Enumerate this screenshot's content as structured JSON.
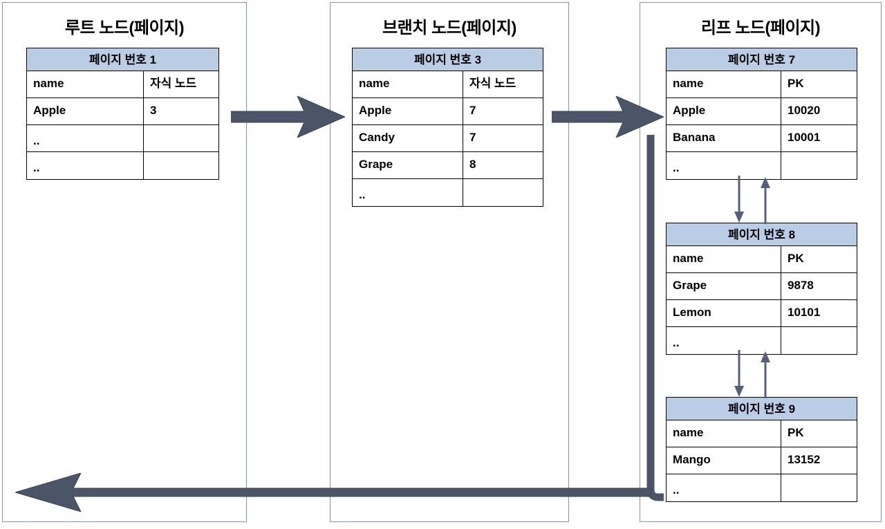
{
  "diagram": {
    "title_root": "루트 노드(페이지)",
    "title_branch": "브랜치 노드(페이지)",
    "title_leaf": "리프 노드(페이지)"
  },
  "panels": [
    {
      "name": "root",
      "title": "루트 노드(페이지)"
    },
    {
      "name": "branch",
      "title": "브랜치 노드(페이지)"
    },
    {
      "name": "leaf",
      "title": "리프 노드(페이지)"
    }
  ],
  "tables": {
    "page1": {
      "header": "페이지 번호 1",
      "columns": [
        "name",
        "자식 노드"
      ],
      "rows": [
        [
          "Apple",
          "3"
        ],
        [
          "..",
          ""
        ],
        [
          "..",
          ""
        ]
      ]
    },
    "page3": {
      "header": "페이지 번호 3",
      "columns": [
        "name",
        "자식 노드"
      ],
      "rows": [
        [
          "Apple",
          "7"
        ],
        [
          "Candy",
          "7"
        ],
        [
          "Grape",
          "8"
        ],
        [
          "..",
          ""
        ]
      ]
    },
    "page7": {
      "header": "페이지 번호 7",
      "columns": [
        "name",
        "PK"
      ],
      "rows": [
        [
          "Apple",
          "10020"
        ],
        [
          "Banana",
          "10001"
        ],
        [
          "..",
          ""
        ]
      ]
    },
    "page8": {
      "header": "페이지 번호 8",
      "columns": [
        "name",
        "PK"
      ],
      "rows": [
        [
          "Grape",
          "9878"
        ],
        [
          "Lemon",
          "10101"
        ],
        [
          "..",
          ""
        ]
      ]
    },
    "page9": {
      "header": "페이지 번호 9",
      "columns": [
        "name",
        "PK"
      ],
      "rows": [
        [
          "Mango",
          "13152"
        ],
        [
          "..",
          ""
        ]
      ]
    }
  },
  "connectors": [
    {
      "name": "root-to-branch-arrow",
      "direction": "right"
    },
    {
      "name": "branch-to-leaf-arrow",
      "direction": "right"
    },
    {
      "name": "leaf-return-arrow",
      "direction": "left"
    },
    {
      "name": "page7-to-page8-next",
      "direction": "down"
    },
    {
      "name": "page8-to-page7-prev",
      "direction": "up"
    },
    {
      "name": "page8-to-page9-next",
      "direction": "down"
    },
    {
      "name": "page9-to-page8-prev",
      "direction": "up"
    }
  ],
  "colors": {
    "arrow": "#4a5568",
    "header_fill": "#b9cde5",
    "panel_border": "#8496b0",
    "table_border": "#000000",
    "text": "#000000"
  }
}
